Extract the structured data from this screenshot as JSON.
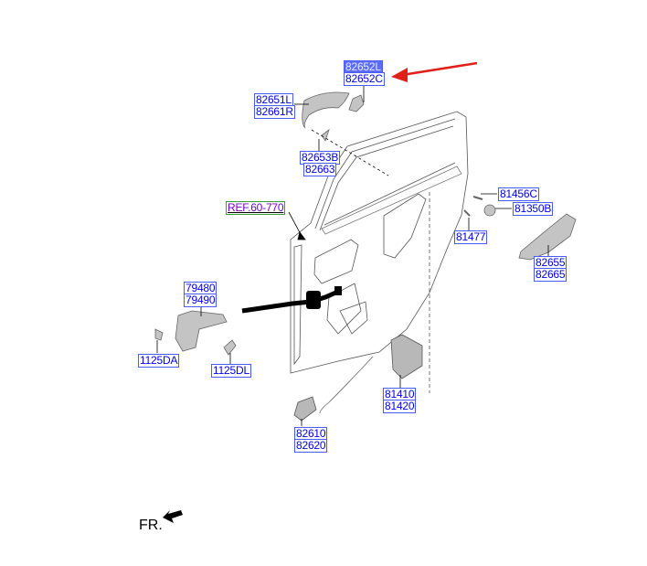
{
  "diagram": {
    "type": "exploded parts diagram",
    "subject": "rear door handle, latch and checker assembly",
    "highlight_color": "#5b6cff",
    "arrow_color": "#e0201a",
    "callouts": [
      {
        "id": "c1",
        "lines": [
          "82652L",
          "82652C"
        ],
        "highlighted_line": 0
      },
      {
        "id": "c2",
        "lines": [
          "82651L",
          "82661R"
        ]
      },
      {
        "id": "c3",
        "lines": [
          "82653B",
          "82663"
        ]
      },
      {
        "id": "c4",
        "lines": [
          "REF.60-770"
        ],
        "reference": true
      },
      {
        "id": "c5",
        "lines": [
          "81456C"
        ]
      },
      {
        "id": "c6",
        "lines": [
          "81350B"
        ]
      },
      {
        "id": "c7",
        "lines": [
          "81477"
        ]
      },
      {
        "id": "c8",
        "lines": [
          "82655",
          "82665"
        ]
      },
      {
        "id": "c9",
        "lines": [
          "79480",
          "79490"
        ]
      },
      {
        "id": "c10",
        "lines": [
          "1125DA"
        ]
      },
      {
        "id": "c11",
        "lines": [
          "1125DL"
        ]
      },
      {
        "id": "c12",
        "lines": [
          "81410",
          "81420"
        ]
      },
      {
        "id": "c13",
        "lines": [
          "82610",
          "82620"
        ]
      }
    ],
    "orientation_label": "FR."
  }
}
